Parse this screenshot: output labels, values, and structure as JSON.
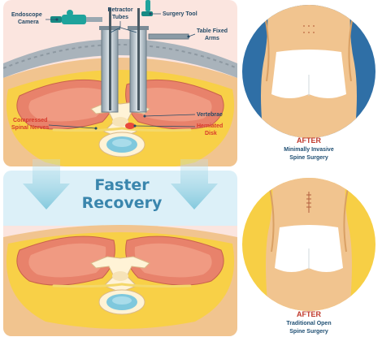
{
  "labels": {
    "endoscope_l1": "Endoscope",
    "endoscope_l2": "Camera",
    "retractor_l1": "Retractor",
    "retractor_l2": "Tubes",
    "surgery_tool": "Surgery Tool",
    "table_l1": "Table Fixed",
    "table_l2": "Arms",
    "compressed_l1": "Compressed",
    "compressed_l2": "Spinal Nerves",
    "vertebrae": "Vertebrae",
    "herniated_l1": "Herniated",
    "herniated_l2": "Disk"
  },
  "recovery": {
    "line1": "Faster",
    "line2": "Recovery"
  },
  "after_min": {
    "title": "AFTER",
    "line1": "Minimally Invasive",
    "line2": "Spine Surgery"
  },
  "after_open": {
    "title": "AFTER",
    "line1": "Traditional Open",
    "line2": "Spine Surgery"
  },
  "colors": {
    "panel_pink": "#fbe5df",
    "panel_blue": "#dcf0f8",
    "skin": "#f1c48f",
    "fat_yellow": "#f8d047",
    "muscle": "#e8826b",
    "bone": "#fff3d6",
    "disk_blue": "#7fc8dd",
    "circle_blue": "#2f6fa6",
    "circle_yellow": "#f7cf45",
    "text_dark": "#244a66",
    "text_red": "#d8392b"
  }
}
